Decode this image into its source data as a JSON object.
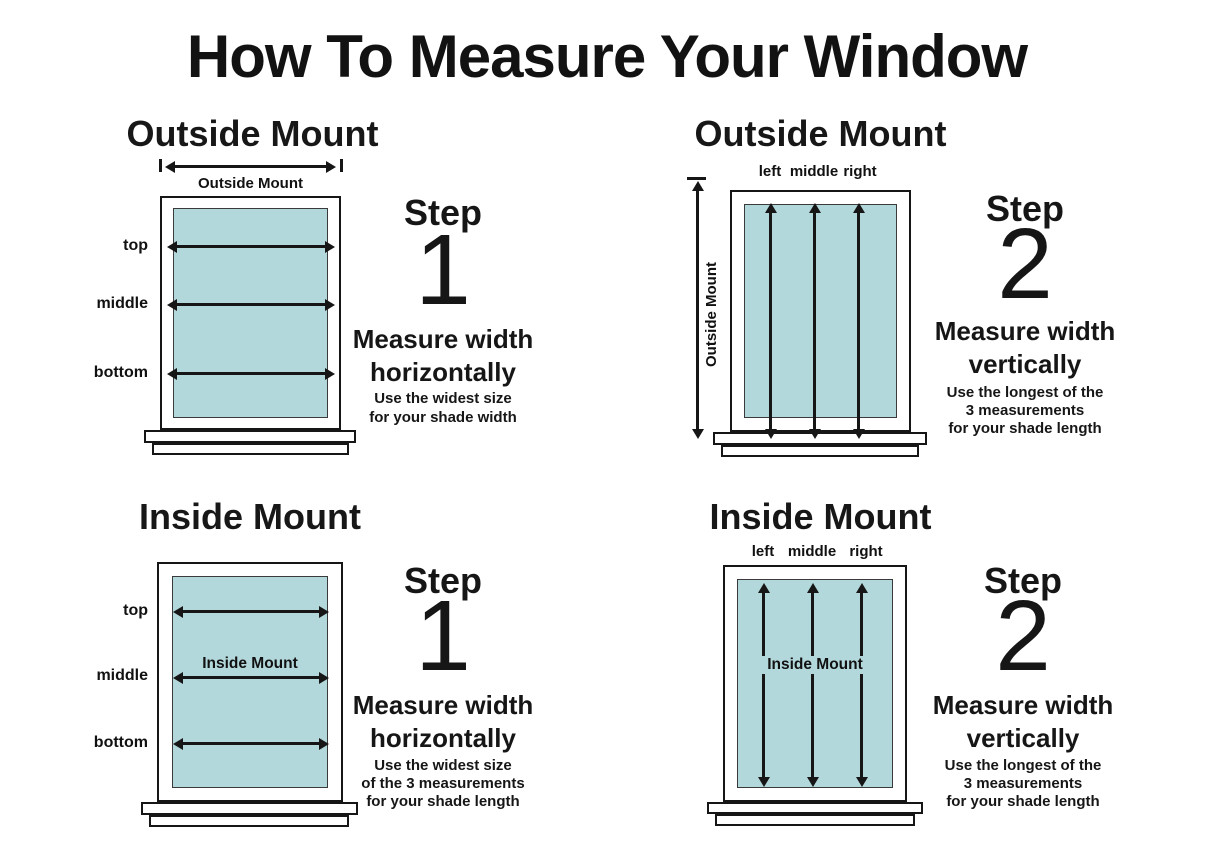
{
  "title": "How To Measure Your Window",
  "colors": {
    "glass": "#b3d8dc",
    "line": "#161616",
    "text": "#1a1a1a",
    "background": "#ffffff"
  },
  "quadrants": [
    {
      "heading": "Outside Mount",
      "measure_label": "Outside Mount",
      "row_labels": [
        "top",
        "middle",
        "bottom"
      ],
      "step_label": "Step",
      "step_number": "1",
      "step_line1": "Measure width",
      "step_line2": "horizontally",
      "notes": [
        "Use the widest size",
        "for your shade width"
      ]
    },
    {
      "heading": "Outside Mount",
      "side_label": "Outside Mount",
      "col_labels": [
        "left",
        "middle",
        "right"
      ],
      "step_label": "Step",
      "step_number": "2",
      "step_line1": "Measure width",
      "step_line2": "vertically",
      "notes": [
        "Use the longest of the",
        "3 measurements",
        "for your shade length"
      ]
    },
    {
      "heading": "Inside Mount",
      "glass_label": "Inside Mount",
      "row_labels": [
        "top",
        "middle",
        "bottom"
      ],
      "step_label": "Step",
      "step_number": "1",
      "step_line1": "Measure width",
      "step_line2": "horizontally",
      "notes": [
        "Use the widest size",
        "of the 3 measurements",
        "for your shade length"
      ]
    },
    {
      "heading": "Inside Mount",
      "glass_label": "Inside Mount",
      "col_labels": [
        "left",
        "middle",
        "right"
      ],
      "step_label": "Step",
      "step_number": "2",
      "step_line1": "Measure width",
      "step_line2": "vertically",
      "notes": [
        "Use the longest of the",
        "3 measurements",
        "for your shade length"
      ]
    }
  ]
}
